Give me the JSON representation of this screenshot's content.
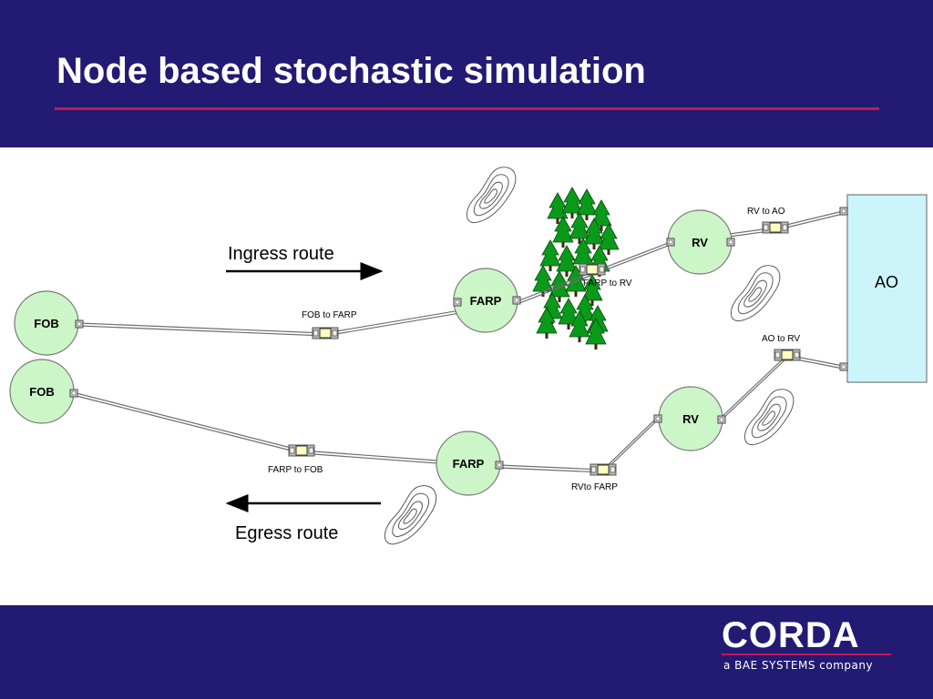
{
  "slide": {
    "title": "Node based stochastic simulation",
    "colors": {
      "background": "#231a73",
      "accent_rule": "#c01a58",
      "node_fill": "#ccf5c8",
      "ao_fill": "#ccf5fb"
    }
  },
  "diagram": {
    "nodes": {
      "fob_in": "FOB",
      "farp_in": "FARP",
      "rv_in": "RV",
      "ao": "AO",
      "fob_out": "FOB",
      "farp_out": "FARP",
      "rv_out": "RV"
    },
    "links": {
      "fob_to_farp": "FOB to FARP",
      "farp_to_rv": "FARP to RV",
      "rv_to_ao": "RV to AO",
      "ao_to_rv": "AO to RV",
      "rv_to_farp": "RVto FARP",
      "farp_to_fob": "FARP to FOB"
    },
    "routes": {
      "ingress": "Ingress route",
      "egress": "Egress route"
    },
    "terrain": [
      "hills-icon",
      "forest-icon",
      "hills-icon",
      "hills-icon",
      "hills-icon"
    ]
  },
  "footer": {
    "logo_word": "CORDA",
    "logo_tagline": "a BAE SYSTEMS company"
  }
}
